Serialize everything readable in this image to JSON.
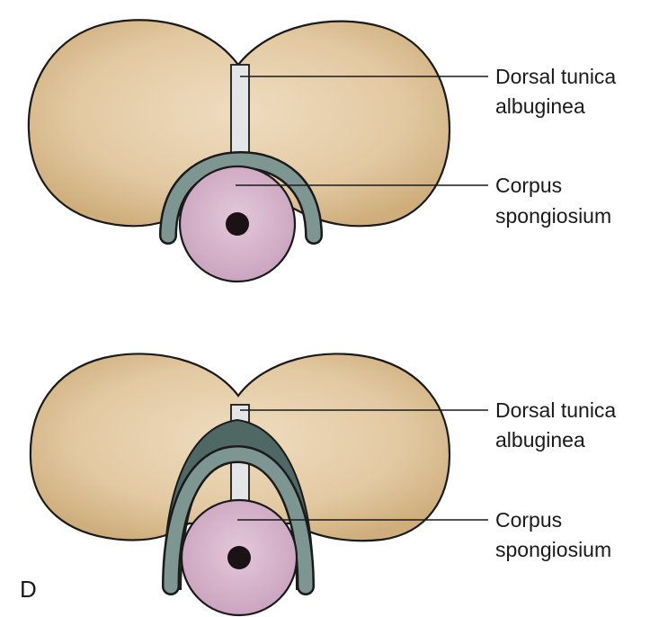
{
  "panel_letter": "D",
  "diagrams": [
    {
      "labels": {
        "dorsal_tunica_line1": "Dorsal tunica",
        "dorsal_tunica_line2": "albuginea",
        "corpus_line1": "Corpus",
        "corpus_line2": "spongiosium"
      }
    },
    {
      "labels": {
        "dorsal_tunica_line1": "Dorsal tunica",
        "dorsal_tunica_line2": "albuginea",
        "corpus_line1": "Corpus",
        "corpus_line2": "spongiosium"
      }
    }
  ],
  "colors": {
    "cavernosa_fill": "#e2c9a2",
    "cavernosa_edge": "#c9a873",
    "septum": "#e4e5e7",
    "graft_light": "#7d9691",
    "graft_dark": "#4f6863",
    "spongiosum": "#d6b4cc",
    "urethra": "#1a1214",
    "outline": "#1a1a1a"
  }
}
